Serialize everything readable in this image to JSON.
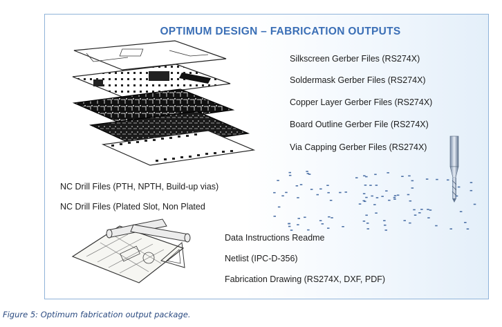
{
  "title": "OPTIMUM DESIGN – FABRICATION OUTPUTS",
  "gerber_outputs": [
    "Silkscreen Gerber Files (RS274X)",
    "Soldermask Gerber Files (RS274X)",
    "Copper Layer Gerber Files (RS274X)",
    "Board Outline Gerber File (RS274X)",
    "Via Capping Gerber Files (RS274X)"
  ],
  "drill_outputs": [
    "NC Drill Files (PTH, NPTH, Build-up vias)",
    "NC Drill Files (Plated Slot, Non Plated"
  ],
  "document_outputs": [
    "Data Instructions Readme",
    "Netlist (IPC-D-356)",
    "Fabrication Drawing (RS274X, DXF, PDF)"
  ],
  "caption": "Figure 5: Optimum fabrication output package.",
  "colors": {
    "title": "#3b6fb6",
    "border": "#8fb3d9",
    "caption": "#2a4a80",
    "drill_dots": "#4a6fa5"
  },
  "icons": [
    "pcb-layer-stack-icon",
    "drill-bit-icon",
    "drill-hole-pattern-icon",
    "blueprint-drawing-icon"
  ]
}
